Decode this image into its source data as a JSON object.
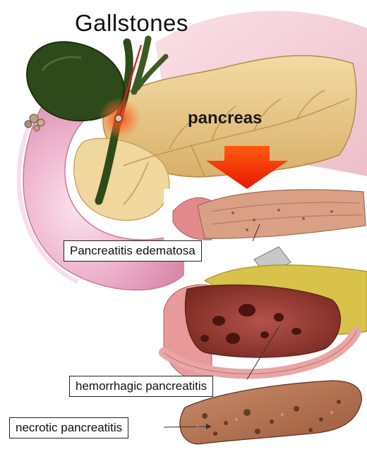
{
  "title": "Gallstones",
  "organ_label": "pancreas",
  "callouts": {
    "edematous": "Pancreatitis edematosa",
    "hemorrhagic": "hemorrhagic pancreatitis",
    "necrotic": "necrotic pancreatitis"
  },
  "colors": {
    "gallbladder": "#2f4a1a",
    "duodenum": "#e7a9c4",
    "pancreas": "#e9c98a",
    "arrow": "#ee2a00",
    "pointer_line": "#e11b1b"
  }
}
